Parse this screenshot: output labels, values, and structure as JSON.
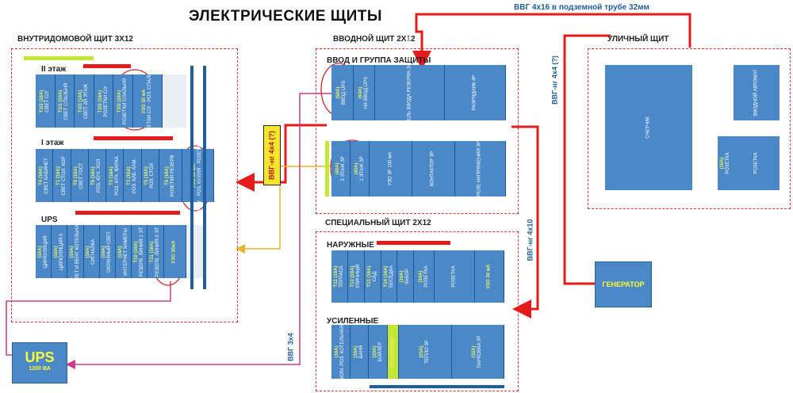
{
  "title": "ЭЛЕКТРИЧЕСКИЕ ЩИТЫ",
  "top_cable": "ВВГ 4х16 в подземной трубе 32мм",
  "panels": {
    "internal": "ВНУТРИДОМОВОЙ ЩИТ 3Х12",
    "input": "ВВОДНОЙ ЩИТ 2Х12",
    "street": "УЛИЧНЫЙ ЩИТ",
    "special": "СПЕЦИАЛЬНЫЙ ЩИТ 2Х12"
  },
  "groups": {
    "floor2": "II этаж",
    "floor1": "I этаж",
    "ups": "UPS",
    "protection": "ВВОД И ГРУППА ЗАЩИТЫ",
    "outdoor": "НАРУЖНЫЕ",
    "reinforced": "УСИЛЕННЫЕ"
  },
  "cables": {
    "input_to_internal": "ВВГ-нг 4х4 (?)",
    "street_to_input": "ВВГ-нг 4х4 (?)",
    "input_to_special": "ВВГ-нг 4х10",
    "ups_line": "ВВГ 3х4"
  },
  "ups_box": {
    "label": "UPS",
    "capacity": "1200 ВА"
  },
  "generator": "ГЕНЕРАТОР",
  "modules": {
    "floor2": [
      {
        "a": "T2/2 (16A)",
        "t": "СВЕТ С/У"
      },
      {
        "a": "T2/1 (10A)",
        "t": "СВЕТ СПАЛЬНЯ"
      },
      {
        "a": "T2/3 (16A)",
        "t": "СВЕТ 2Й ЭТАЖ"
      },
      {
        "a": "T2/2 (16A)",
        "t": "РОЗЕТКИ С/У"
      },
      {
        "a": "T2/2 (16A)",
        "t": "РОЗЕТКИ СПАЛЬНЯ"
      },
      {
        "a": "УЗО 30 мА",
        "t": "РОЗЕТКИ С/У · РОЗ. СПАЛЬНЯ"
      }
    ],
    "floor1": [
      {
        "a": "T4 (16A)",
        "t": "СВЕТ КАБИНЕТ"
      },
      {
        "a": "T1 (16A)",
        "t": "СВЕТ СТОЛ. КОР"
      },
      {
        "a": "T8 (16A)",
        "t": "СВЕТ ГОСТ"
      },
      {
        "a": "T8 (16A)",
        "t": "РОЗ. КУХ. ХОЛ"
      },
      {
        "a": "T3 (16A)",
        "t": "РОЗ. КУХ. ВАРКА"
      },
      {
        "a": "T3 (16A)",
        "t": "РОЗ. КАБ. КАМ."
      },
      {
        "a": "T5 (16A)",
        "t": "РОЗ. СТОЛ"
      },
      {
        "a": "T6 (16A)",
        "t": "РОЗЕТКИ РЕЗЕРВ"
      },
      {
        "a": "УЗО 30 мА",
        "t": "РОЗЕТКИ С/У · РОЗ. КУХНЯ · РОЗЕТКИ ПРОЧИЕ"
      }
    ],
    "ups": [
      {
        "a": "(16A)",
        "t": "ЦИРКУЛЯЦИЯ"
      },
      {
        "a": "(16A)",
        "t": "ЦИРКУЛЯЦИЯ II"
      },
      {
        "a": "(16A)",
        "t": "СВЕТ И ВЕНТ КОТЕЛЬНАЯ"
      },
      {
        "a": "(16A)",
        "t": "СИГНАЛКА"
      },
      {
        "a": "(16A)",
        "t": "ОХРАННЫЙ СВЕТ"
      },
      {
        "a": "(16A)",
        "t": "ИНТЕРНЕТ КАМЕРЫ"
      },
      {
        "a": "T10 (16A)",
        "t": "РЕЗЕРВ. ЛИНИЯ 1 ЭТ"
      },
      {
        "a": "T11 (16A)",
        "t": "РЕЗЕРВ. ЛИНИЯ 2 ЭТ"
      },
      {
        "a": "УЗО 30мА",
        "t": ""
      }
    ],
    "protection_top": [
      {
        "a": "(50A)",
        "t": "ВВОД UPS"
      },
      {
        "a": "(63A)",
        "t": "НА ВВОД UPS"
      },
      {
        "a": "",
        "t": "ПЕРЕКЛЮЧАТЕЛЬ ВВОДА РЕЗЕРВА 3Х ПОЛЮСНЫЙ"
      },
      {
        "a": "",
        "t": "РАЗРЯДНИК 4P"
      }
    ],
    "protection_bottom": [
      {
        "a": "(40A)",
        "t": "3 ЭТАЖ 3Р"
      },
      {
        "a": "(40A)",
        "t": "1 ЭТАЖ 3Р"
      },
      {
        "a": "",
        "t": "УЗО 3Р 100 мА"
      },
      {
        "a": "",
        "t": "КОНТАКТОР 3Р"
      },
      {
        "a": "",
        "t": "РЕЛЕ НАПРЯЖЕНИЯ 3Р"
      }
    ],
    "outdoor": [
      {
        "a": "T12 (16A)",
        "t": "ТЕРРАСА"
      },
      {
        "a": "T12 (16A)",
        "t": "УЛИЧНЫЙ"
      },
      {
        "a": "T13 (16A)",
        "t": "САД"
      },
      {
        "a": "T14 (16A)",
        "t": "БЕСЕДКА"
      },
      {
        "a": "(16A)",
        "t": "ЗАБОР"
      },
      {
        "a": "(16A)",
        "t": "РОЗЕТКА"
      },
      {
        "a": "",
        "t": "РОЗЕТКА"
      },
      {
        "a": "УЗО 30 мА",
        "t": ""
      }
    ],
    "reinforced": [
      {
        "a": "(16A)",
        "t": "КОМ. РОЗ. КОТЕЛЬНАЯ"
      },
      {
        "a": "(16A)",
        "t": "БАНЯ"
      },
      {
        "a": "(20A)",
        "t": "БОЙЛЕР"
      },
      {
        "a": "УЗО БОЙЛЕР",
        "t": ""
      },
      {
        "a": "(25A)",
        "t": "ТЕПЛО 3Р"
      },
      {
        "a": "(32A)",
        "t": "ПАРКОВКА 3Р"
      }
    ],
    "street": [
      {
        "a": "",
        "t": "СЧЕТЧИК"
      },
      {
        "a": "",
        "t": "ВВОДНОЙ АВТОМАТ"
      },
      {
        "a": "(16A)",
        "t": "РОЗЕТКА"
      },
      {
        "a": "",
        "t": "РОЗЕТКА"
      }
    ]
  },
  "colors": {
    "module": "#4a88c7",
    "dashed_border": "#e53232",
    "wire_red": "#e41b1b",
    "wire_yellow": "#e3b72a",
    "wire_magenta": "#cc3a8d",
    "amp_label": "#e6f26a"
  }
}
